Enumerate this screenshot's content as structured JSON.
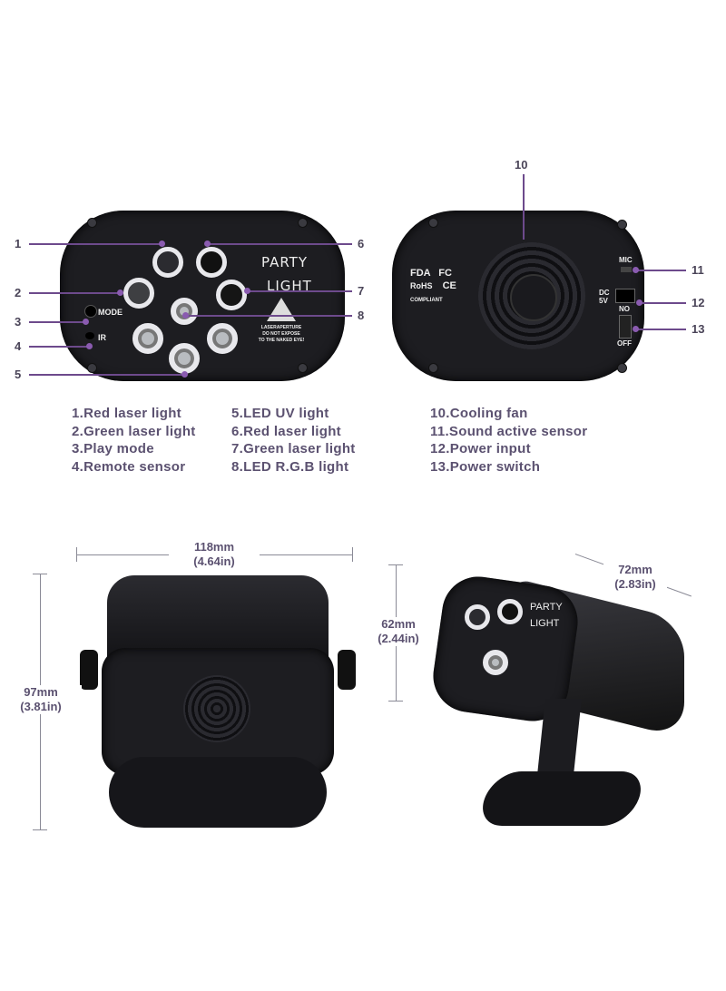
{
  "front_panel": {
    "brand_text": [
      "PARTY",
      "LIGHT"
    ],
    "mode_label": "MODE",
    "ir_label": "IR",
    "warning_text": [
      "LASERAPERTURE",
      "DO NOT EXPOSE",
      "TO THE NAKED EYE!"
    ],
    "callouts": [
      "1",
      "2",
      "3",
      "4",
      "5",
      "6",
      "7",
      "8"
    ]
  },
  "back_panel": {
    "cert_labels": [
      "FDA",
      "FC",
      "RoHS",
      "COMPLIANT",
      "CE"
    ],
    "mic_label": "MIC",
    "dc_label": "DC\n5V",
    "no_label": "NO",
    "off_label": "OFF",
    "callouts": [
      "10",
      "11",
      "12",
      "13"
    ]
  },
  "legend": {
    "col1": [
      "1.Red laser light",
      "2.Green laser light",
      "3.Play mode",
      "4.Remote sensor"
    ],
    "col2": [
      "5.LED UV light",
      "6.Red laser light",
      "7.Green laser light",
      "8.LED R.G.B light"
    ],
    "col3": [
      "10.Cooling fan",
      "11.Sound active sensor",
      "12.Power input",
      "13.Power switch"
    ]
  },
  "dimensions": {
    "width": {
      "mm": "118mm",
      "in": "(4.64in)"
    },
    "height": {
      "mm": "97mm",
      "in": "(3.81in)"
    },
    "depth_height": {
      "mm": "62mm",
      "in": "(2.44in)"
    },
    "depth": {
      "mm": "72mm",
      "in": "(2.83in)"
    }
  },
  "colors": {
    "callout_line": "#6d4a8c",
    "text": "#5b5170",
    "body": "#1d1d21"
  }
}
